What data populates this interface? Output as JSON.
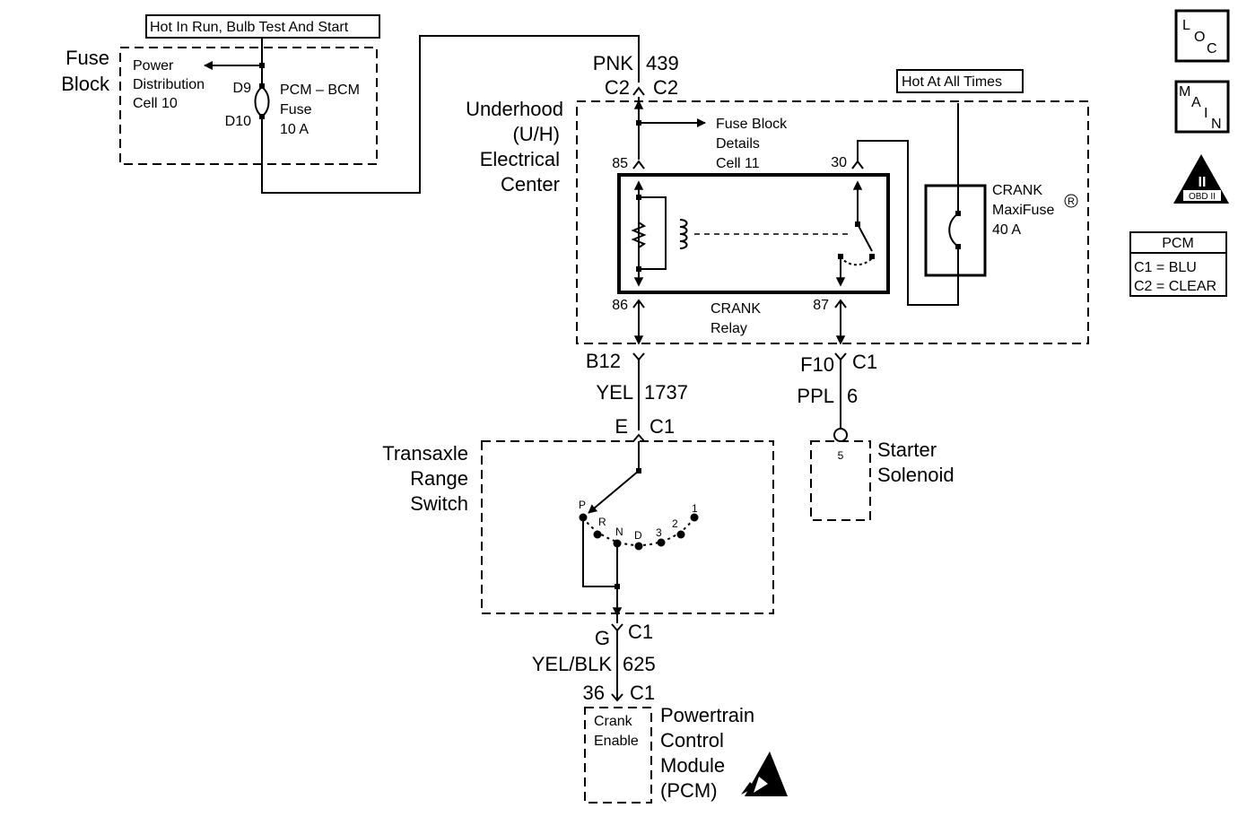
{
  "header_boxes": {
    "hot_in_run": "Hot In Run, Bulb Test And Start",
    "hot_at_all_times": "Hot At All Times"
  },
  "fuse_block": {
    "title_line1": "Fuse",
    "title_line2": "Block",
    "power_dist_line1": "Power",
    "power_dist_line2": "Distribution",
    "power_dist_line3": "Cell 10",
    "pin_top": "D9",
    "pin_bottom": "D10",
    "fuse_line1": "PCM – BCM",
    "fuse_line2": "Fuse",
    "fuse_line3": "10 A"
  },
  "wire_pnk": {
    "color": "PNK",
    "circuit": "439",
    "conn_left": "C2",
    "conn_right": "C2"
  },
  "underhood": {
    "title_line1": "Underhood",
    "title_line2": "(U/H)",
    "title_line3": "Electrical",
    "title_line4": "Center",
    "fuse_block_ref_line1": "Fuse Block",
    "fuse_block_ref_line2": "Details",
    "fuse_block_ref_line3": "Cell 11",
    "pin_85": "85",
    "pin_30": "30",
    "pin_86": "86",
    "pin_87": "87",
    "relay_line1": "CRANK",
    "relay_line2": "Relay",
    "maxifuse_line1": "CRANK",
    "maxifuse_line2": "MaxiFuse",
    "maxifuse_mark": "R",
    "maxifuse_line3": "40 A"
  },
  "wire_yel": {
    "pin": "B12",
    "color": "YEL",
    "circuit": "1737",
    "conn_pin": "E",
    "conn": "C1"
  },
  "wire_ppl": {
    "pin": "F10",
    "conn": "C1",
    "color": "PPL",
    "circuit": "6"
  },
  "starter": {
    "pin": "5",
    "label_line1": "Starter",
    "label_line2": "Solenoid"
  },
  "transaxle": {
    "label_line1": "Transaxle",
    "label_line2": "Range",
    "label_line3": "Switch",
    "positions": [
      "P",
      "R",
      "N",
      "D",
      "3",
      "2",
      "1"
    ]
  },
  "wire_yelblk": {
    "pin_top": "G",
    "conn_top": "C1",
    "color": "YEL/BLK",
    "circuit": "625",
    "pin_bottom": "36",
    "conn_bottom": "C1"
  },
  "pcm": {
    "inner_line1": "Crank",
    "inner_line2": "Enable",
    "label_line1": "Powertrain",
    "label_line2": "Control",
    "label_line3": "Module",
    "label_line4": "(PCM)"
  },
  "side_icons": {
    "loc_l": "L",
    "loc_o": "O",
    "loc_c": "C",
    "main_m": "M",
    "main_a": "A",
    "main_i": "I",
    "main_n": "N",
    "obd_numeral": "II",
    "obd_text": "OBD II"
  },
  "pcm_legend": {
    "title": "PCM",
    "line1": "C1 = BLU",
    "line2": "C2 = CLEAR"
  }
}
